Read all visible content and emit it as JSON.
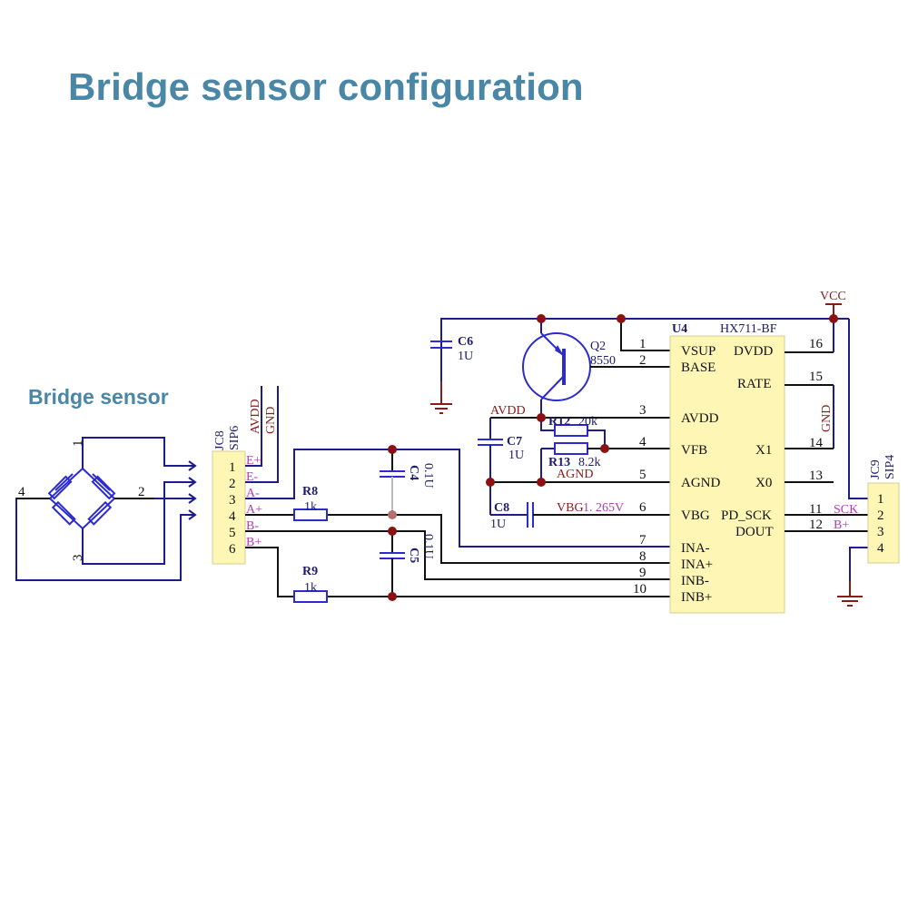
{
  "title": "Bridge sensor configuration",
  "subtitle": "Bridge sensor",
  "colors": {
    "title": "#4a86a6",
    "wire": "#1c1c8c",
    "net_label": "#8b1a1a",
    "pin_label": "#b040b0",
    "ic_body": "#fdf6b4",
    "junction": "#8b1010"
  },
  "bridge": {
    "nodes": [
      "1",
      "2",
      "3",
      "4"
    ]
  },
  "jc8": {
    "ref": "JC8",
    "type": "SIP6",
    "power_labels": [
      "AVDD",
      "GND"
    ],
    "pins": [
      "1",
      "2",
      "3",
      "4",
      "5",
      "6"
    ],
    "signals": [
      "E+",
      "E-",
      "A-",
      "A+",
      "B-",
      "B+"
    ]
  },
  "passives": {
    "r8": {
      "ref": "R8",
      "value": "1k"
    },
    "r9": {
      "ref": "R9",
      "value": "1k"
    },
    "c4": {
      "ref": "C4",
      "value": "0.1U"
    },
    "c5": {
      "ref": "C5",
      "value": "0.1U"
    },
    "c6": {
      "ref": "C6",
      "value": "1U"
    },
    "c7": {
      "ref": "C7",
      "value": "1U"
    },
    "c8": {
      "ref": "C8",
      "value": "1U"
    },
    "r12": {
      "ref": "R12",
      "value": "20k"
    },
    "r13": {
      "ref": "R13",
      "value": "8.2k"
    }
  },
  "q2": {
    "ref": "Q2",
    "part": "8550"
  },
  "nets": {
    "avdd": "AVDD",
    "agnd": "AGND",
    "vbg": "VBG",
    "vbg_value": "1. 265V",
    "vcc": "VCC",
    "gnd": "GND",
    "sck": "SCK",
    "bplus": "B+"
  },
  "u4": {
    "ref": "U4",
    "part": "HX711-BF",
    "left_pins": [
      {
        "num": "1",
        "name": "VSUP"
      },
      {
        "num": "2",
        "name": "BASE"
      },
      {
        "num": "3",
        "name": "AVDD"
      },
      {
        "num": "4",
        "name": "VFB"
      },
      {
        "num": "5",
        "name": "AGND"
      },
      {
        "num": "6",
        "name": "VBG"
      },
      {
        "num": "7",
        "name": "INA-"
      },
      {
        "num": "8",
        "name": "INA+"
      },
      {
        "num": "9",
        "name": "INB-"
      },
      {
        "num": "10",
        "name": "INB+"
      }
    ],
    "right_pins": [
      {
        "num": "16",
        "name": "DVDD"
      },
      {
        "num": "15",
        "name": "RATE"
      },
      {
        "num": "14",
        "name": "X1"
      },
      {
        "num": "13",
        "name": "X0"
      },
      {
        "num": "11",
        "name": "PD_SCK"
      },
      {
        "num": "12",
        "name": "DOUT"
      }
    ]
  },
  "jc9": {
    "ref": "JC9",
    "type": "SIP4",
    "pins": [
      "1",
      "2",
      "3",
      "4"
    ]
  }
}
